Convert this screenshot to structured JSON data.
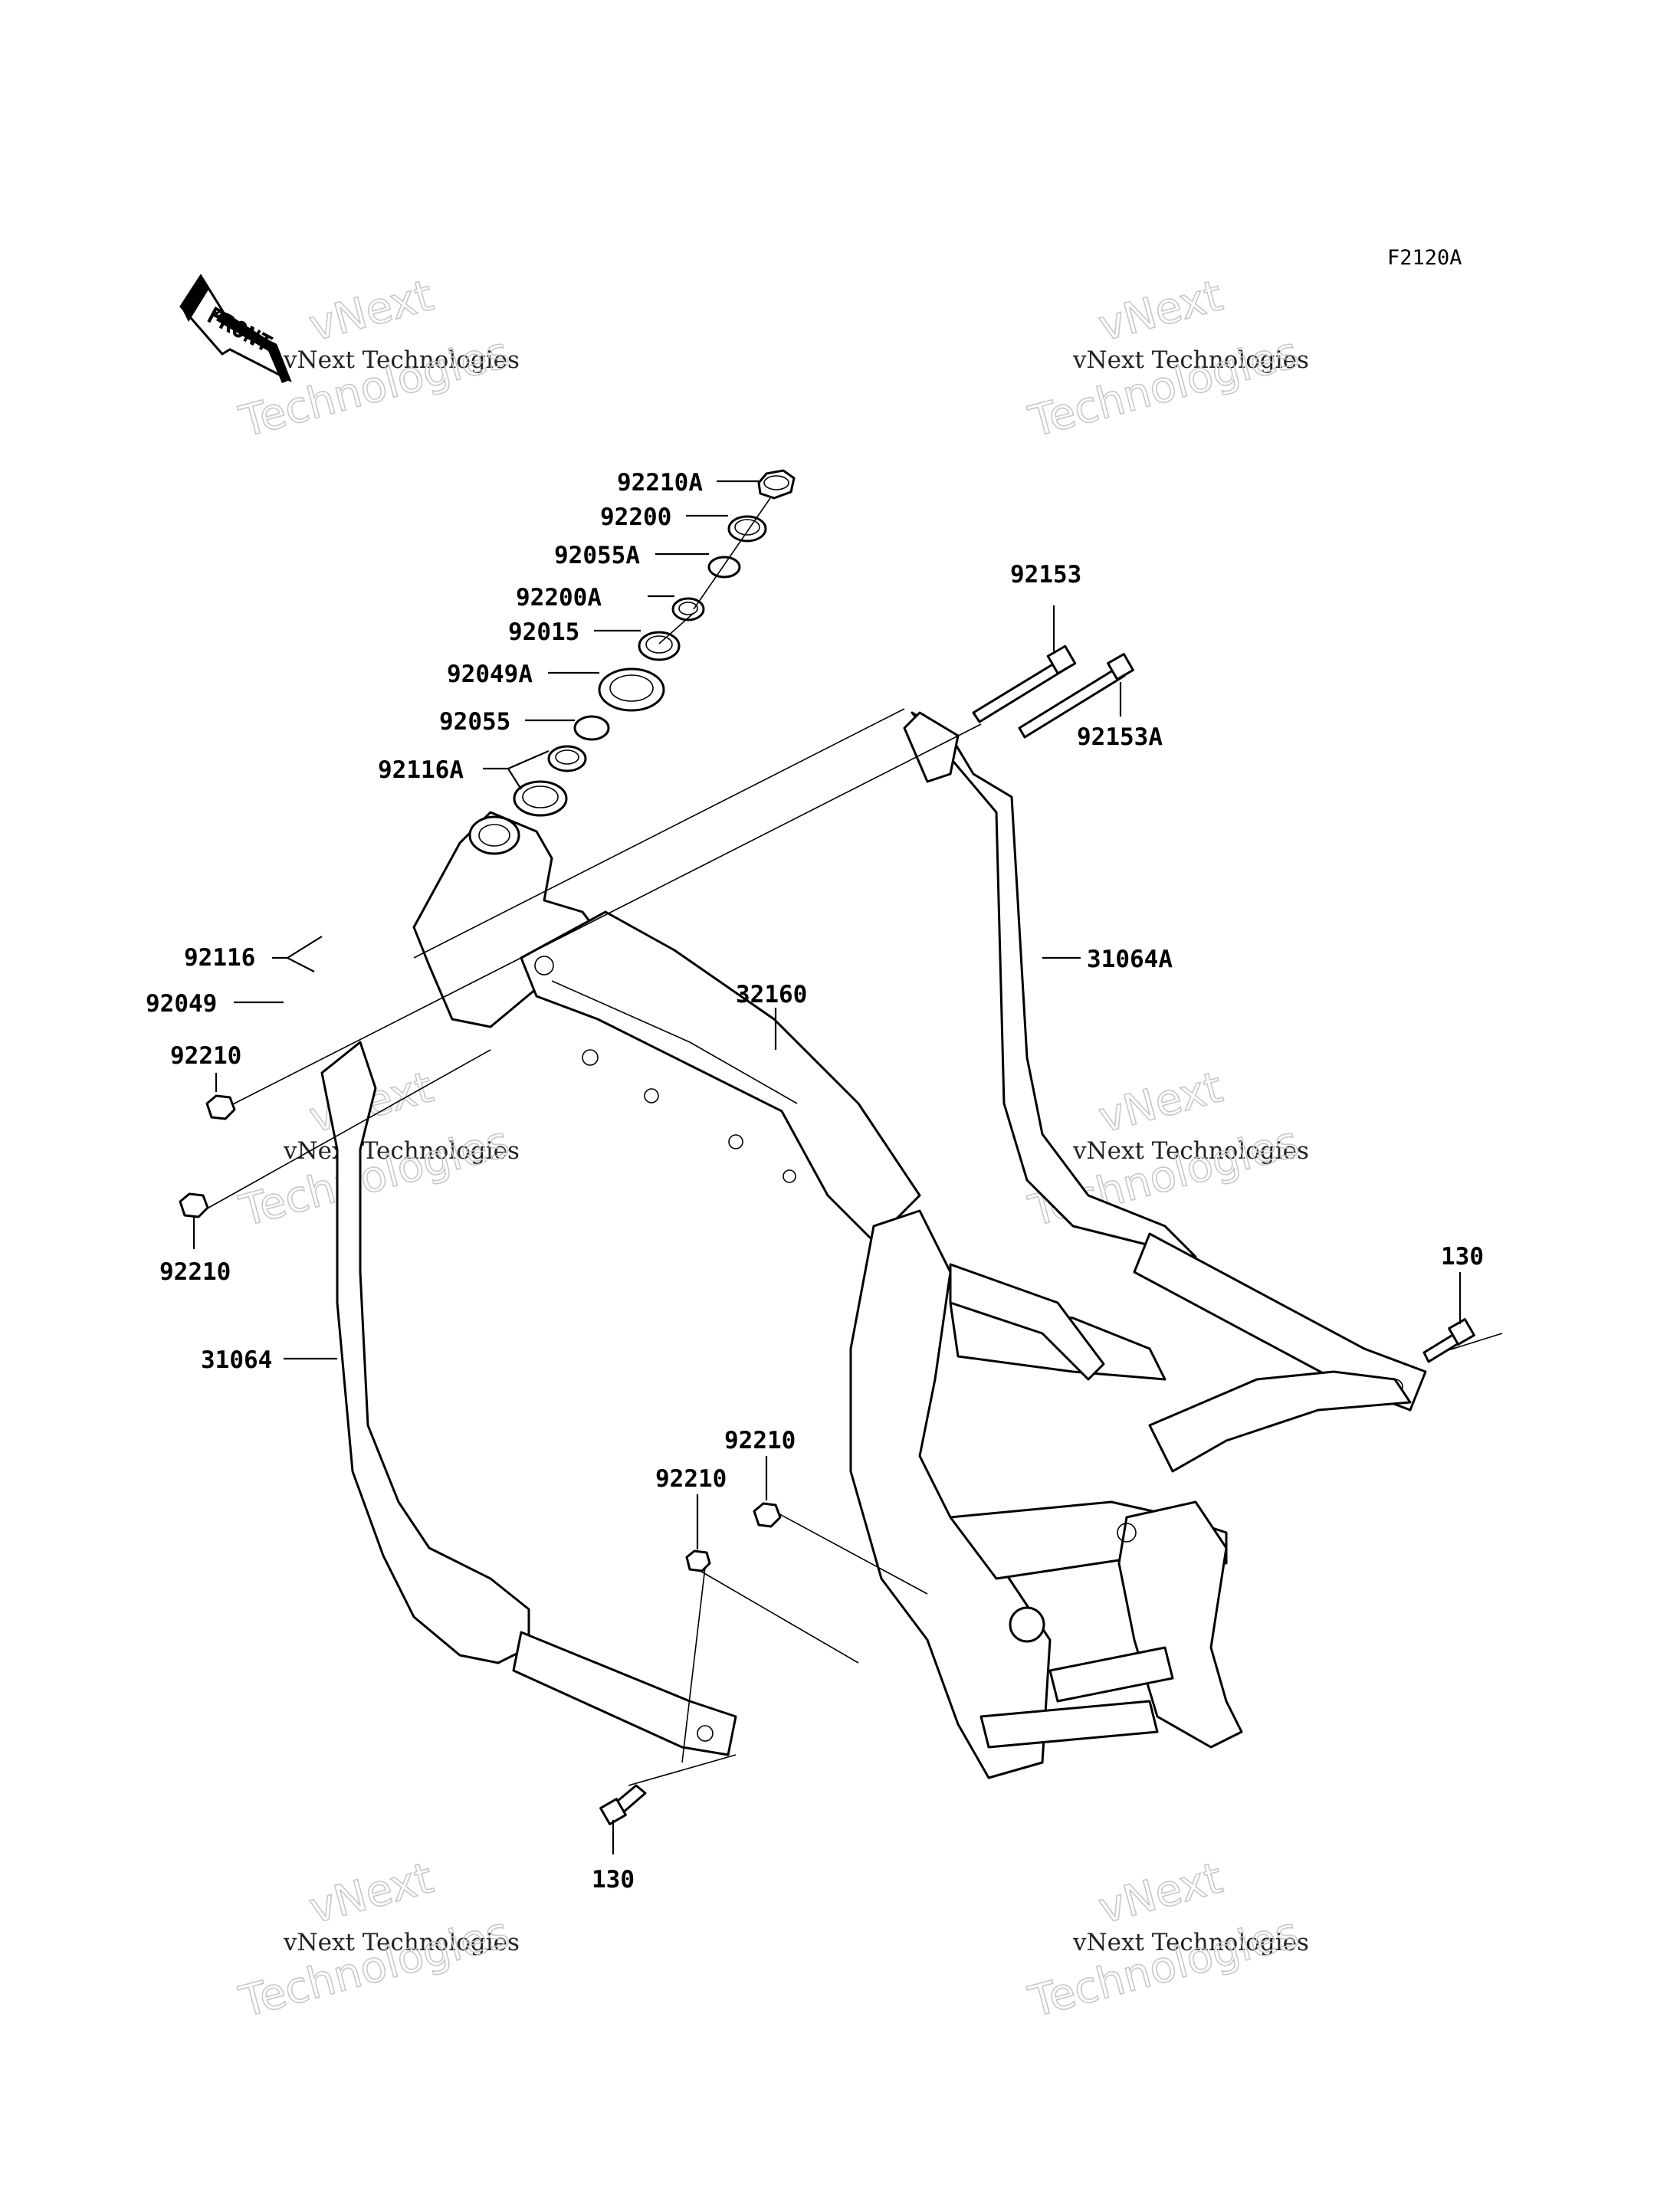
{
  "diagram_code": "F2120A",
  "front_label": "FRONT",
  "watermark": {
    "line1": "vNext",
    "line2": "vNext Technologies",
    "line3": "Technologies"
  },
  "parts": {
    "p92210A": "92210A",
    "p92200": "92200",
    "p92055A": "92055A",
    "p92200A": "92200A",
    "p92015": "92015",
    "p92049A": "92049A",
    "p92055": "92055",
    "p92116A": "92116A",
    "p92116": "92116",
    "p92049": "92049",
    "p92210_a": "92210",
    "p92210_b": "92210",
    "p31064": "31064",
    "p32160": "32160",
    "p92153": "92153",
    "p92153A": "92153A",
    "p31064A": "31064A",
    "p130_a": "130",
    "p92210_c": "92210",
    "p92210_d": "92210",
    "p130_b": "130"
  }
}
